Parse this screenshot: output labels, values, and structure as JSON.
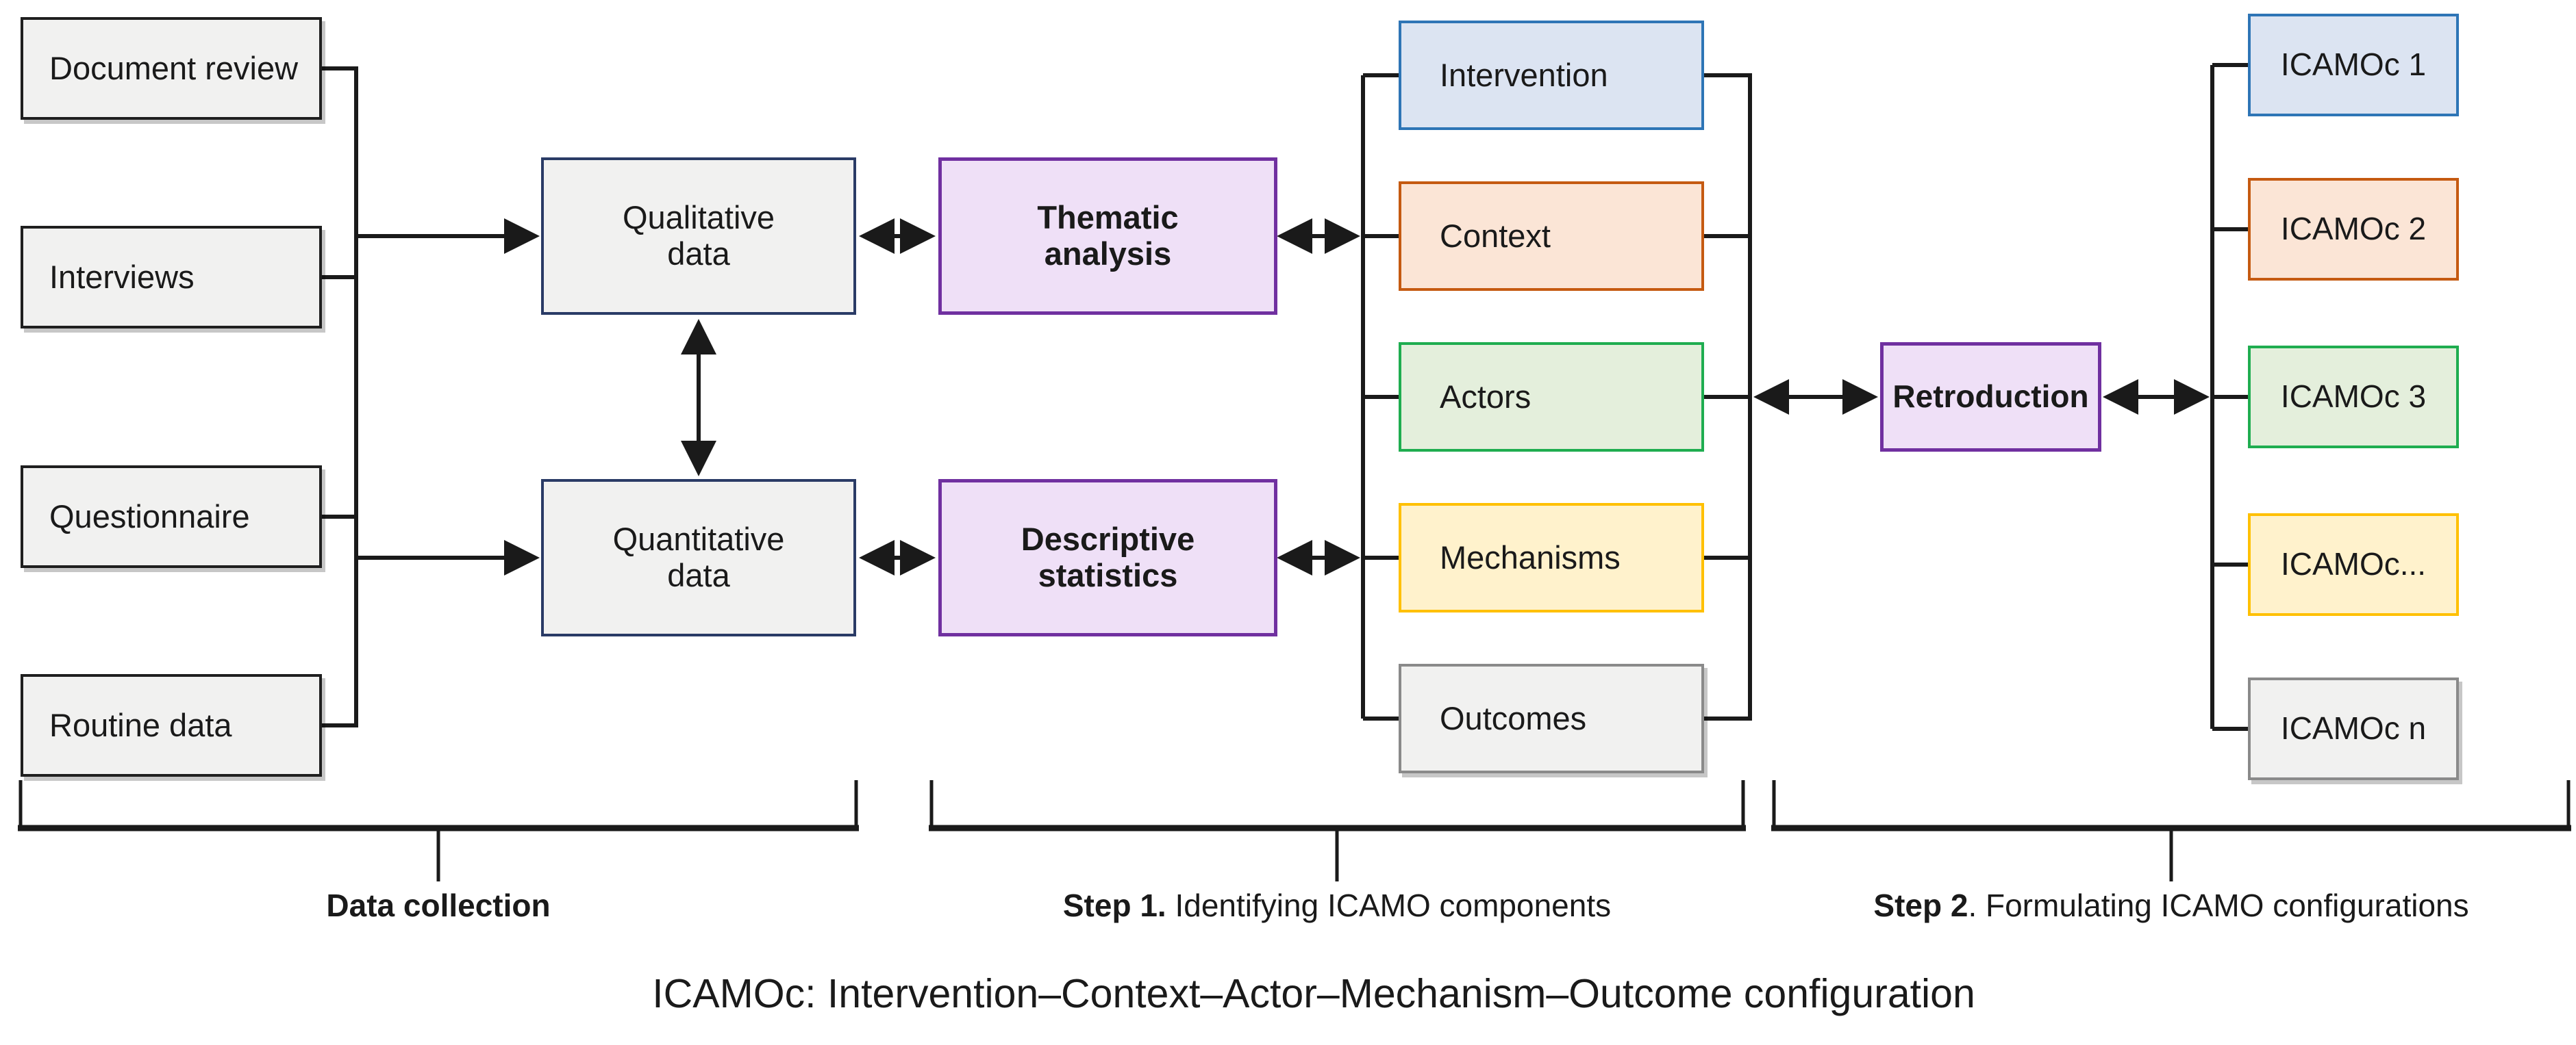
{
  "palette": {
    "line": "#1a1a1a",
    "blue_border": "#2E75B6",
    "blue_fill": "#DCE4F2",
    "orange_border": "#C55A11",
    "orange_fill": "#FBE5D6",
    "green_border": "#1FAD50",
    "green_fill": "#E4EFDC",
    "yellow_border": "#FFC000",
    "yellow_fill": "#FFF2CC",
    "gray_border": "#8A8A8A",
    "gray_fill": "#F1F1F0",
    "purple_border": "#7030A0",
    "purple_fill": "#EFE0F7",
    "navy_border": "#2A3B66",
    "navy_fill": "#F1F1F0",
    "black_border": "#1F1F1F",
    "black_fill": "#F1F1F0"
  },
  "sources": {
    "items": [
      {
        "label": "Document review"
      },
      {
        "label": "Interviews"
      },
      {
        "label": "Questionnaire"
      },
      {
        "label": "Routine data"
      }
    ]
  },
  "data_boxes": {
    "qualitative": {
      "label": "Qualitative data"
    },
    "quantitative": {
      "label": "Quantitative data"
    }
  },
  "analysis_boxes": {
    "thematic": {
      "label": "Thematic analysis"
    },
    "descriptive": {
      "label": "Descriptive statistics"
    }
  },
  "components": {
    "items": [
      {
        "label": "Intervention",
        "color": "blue"
      },
      {
        "label": "Context",
        "color": "orange"
      },
      {
        "label": "Actors",
        "color": "green"
      },
      {
        "label": "Mechanisms",
        "color": "yellow"
      },
      {
        "label": "Outcomes",
        "color": "gray"
      }
    ]
  },
  "retroduction": {
    "label": "Retroduction"
  },
  "configurations": {
    "items": [
      {
        "label": "ICAMOc 1",
        "color": "blue"
      },
      {
        "label": "ICAMOc 2",
        "color": "orange"
      },
      {
        "label": "ICAMOc 3",
        "color": "green"
      },
      {
        "label": "ICAMOc...",
        "color": "yellow"
      },
      {
        "label": "ICAMOc n",
        "color": "gray"
      }
    ]
  },
  "brackets": {
    "items": [
      {
        "bold": "Data collection",
        "rest": ""
      },
      {
        "bold": "Step 1.",
        "rest": " Identifying ICAMO components"
      },
      {
        "bold": "Step 2",
        "rest": ". Formulating ICAMO configurations"
      }
    ]
  },
  "caption": "ICAMOc: Intervention–Context–Actor–Mechanism–Outcome configuration"
}
